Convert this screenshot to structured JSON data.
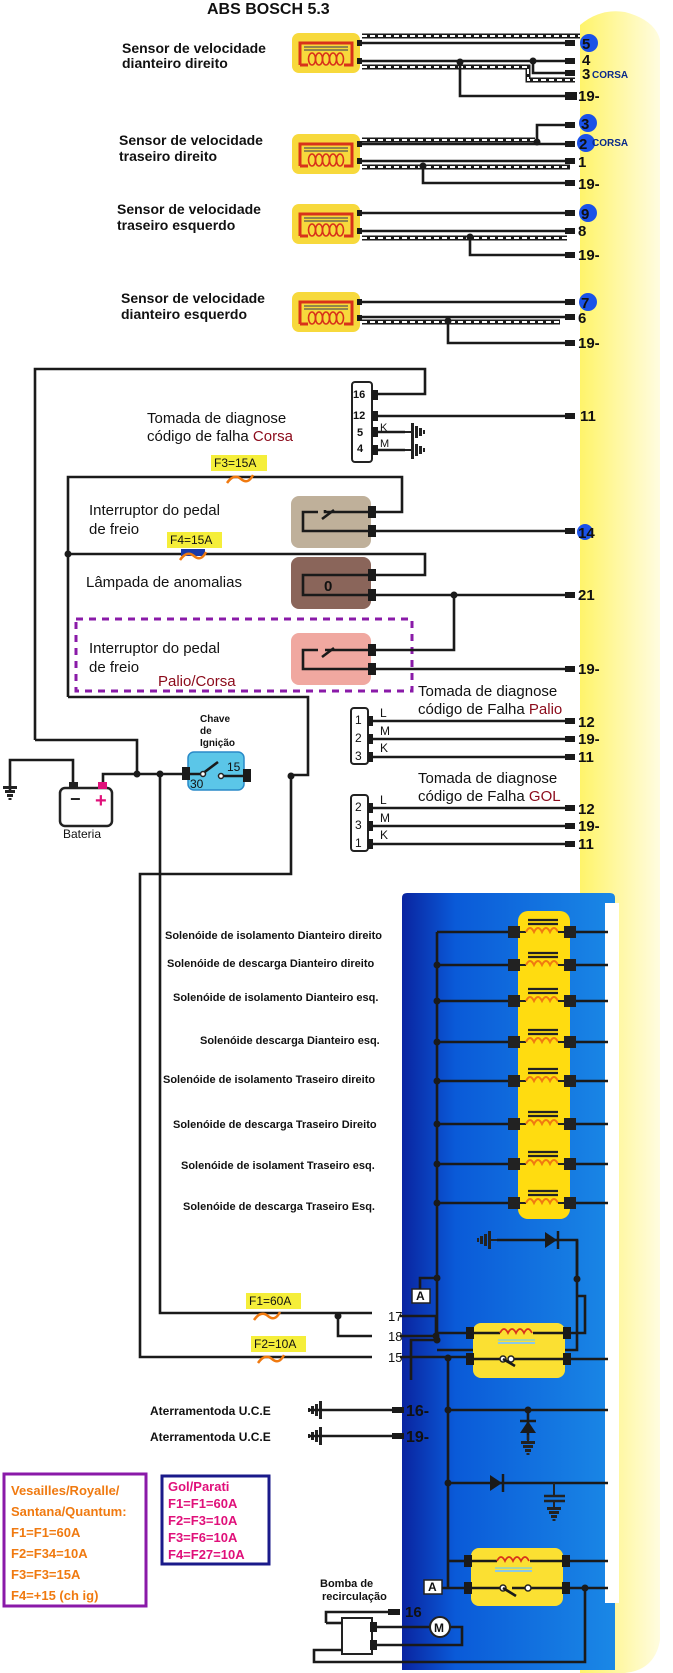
{
  "title": "ABS BOSCH 5.3",
  "colors": {
    "ecu_strip": "#fff78a",
    "sensor_fill": "#f7d93c",
    "coil_red": "#d8321a",
    "pin_highlight": "#1a52e8",
    "fuse_label_bg": "#f5ee3a",
    "fuse_wave": "#f07a10",
    "hydraulic_unit_dark": "#0a2aa8",
    "hydraulic_unit_light": "#1a8ae8",
    "brake_switch_fill": "#bfb09a",
    "lamp_fill": "#8a655a",
    "palio_switch_fill": "#f0a8a0",
    "ignition_fill": "#5bc6e8",
    "palio_corsa_border": "#8a1aa8",
    "vw_box_border": "#8a1aa8",
    "vw_box_text": "#f07a10",
    "gol_box_border": "#1a1a8a",
    "gol_box_text": "#e0107a"
  },
  "sensors": [
    {
      "label_line1": "Sensor de velocidade",
      "label_line2": "dianteiro direito",
      "pins": [
        "5",
        "4",
        "3",
        "19-"
      ],
      "highlight": [
        "5"
      ],
      "note": "CORSA"
    },
    {
      "label_line1": "Sensor de velocidade",
      "label_line2": "traseiro direito",
      "pins": [
        "3",
        "2",
        "1",
        "19-"
      ],
      "highlight": [
        "3",
        "2"
      ],
      "note": "CORSA"
    },
    {
      "label_line1": "Sensor de velocidade",
      "label_line2": "traseiro esquerdo",
      "pins": [
        "9",
        "8",
        "19-"
      ],
      "highlight": [
        "9"
      ]
    },
    {
      "label_line1": "Sensor de velocidade",
      "label_line2": "dianteiro esquerdo",
      "pins": [
        "7",
        "6",
        "19-"
      ],
      "highlight": [
        "7"
      ]
    }
  ],
  "diag_corsa": {
    "line1": "Tomada de diagnose",
    "line2_prefix": "código de falha ",
    "line2_brand": "Corsa",
    "connector_pins": [
      "16",
      "12",
      "5",
      "4"
    ],
    "line_tags": [
      "K",
      "M"
    ],
    "ecu_pin": "11"
  },
  "brake_switch": {
    "line1": "Interruptor do pedal",
    "line2": "de freio",
    "ecu_pin": "14",
    "fuse": "F3=15A"
  },
  "warning_lamp": {
    "label": "Lâmpada de anomalias",
    "ecu_pin": "21",
    "fuse": "F4=15A",
    "glyph": "0"
  },
  "brake_switch_palio": {
    "line1": "Interruptor do pedal",
    "line2": "de freio",
    "brand": "Palio/Corsa",
    "ecu_pin": "19-"
  },
  "diag_palio": {
    "line1": "Tomada de diagnose",
    "line2_prefix": "código de Falha ",
    "line2_brand": "Palio",
    "connector_pins": [
      "1",
      "2",
      "3"
    ],
    "line_tags": [
      "L",
      "M",
      "K"
    ],
    "ecu_pins": [
      "12",
      "19-",
      "11"
    ]
  },
  "diag_gol": {
    "line1": "Tomada de diagnose",
    "line2_prefix": "código de Falha ",
    "line2_brand": "GOL",
    "connector_pins": [
      "2",
      "3",
      "1"
    ],
    "line_tags": [
      "L",
      "M",
      "K"
    ],
    "ecu_pins": [
      "12",
      "19-",
      "11"
    ]
  },
  "ignition": {
    "line1": "Chave",
    "line2": "de",
    "line3": "Ignição",
    "pin_in": "30",
    "pin_out": "15"
  },
  "battery": {
    "label": "Bateria",
    "neg": "−",
    "pos": "+"
  },
  "solenoids": [
    "Solenóide de isolamento Dianteiro direito",
    "Solenóide de descarga Dianteiro direito",
    "Solenóide de isolamento  Dianteiro esq.",
    "Solenóide descarga Dianteiro esq.",
    "Solenóide de isolamento Traseiro direito",
    "Solenóide de descarga Traseiro Direito",
    "Solenóide de isolament Traseiro esq.",
    "Solenóide de descarga Traseiro Esq."
  ],
  "power": {
    "fuse1": "F1=60A",
    "fuse2": "F2=10A",
    "pins": [
      "17",
      "18",
      "15"
    ],
    "relay_tag": "A"
  },
  "grounds": [
    {
      "label": "Aterramentoda U.C.E",
      "pin": "16-"
    },
    {
      "label": "Aterramentoda U.C.E",
      "pin": "19-"
    }
  ],
  "pump": {
    "line1": "Bomba de",
    "line2": "recirculação",
    "pin": "16",
    "motor": "M",
    "relay_tag": "A"
  },
  "fuse_table_vw": {
    "lines": [
      "Vesailles/Royalle/",
      "Santana/Quantum:",
      "F1=F1=60A",
      "F2=F34=10A",
      "F3=F3=15A",
      "F4=+15 (ch ig)"
    ]
  },
  "fuse_table_gol": {
    "lines": [
      "Gol/Parati",
      "F1=F1=60A",
      "F2=F3=10A",
      "F3=F6=10A",
      "F4=F27=10A"
    ]
  }
}
